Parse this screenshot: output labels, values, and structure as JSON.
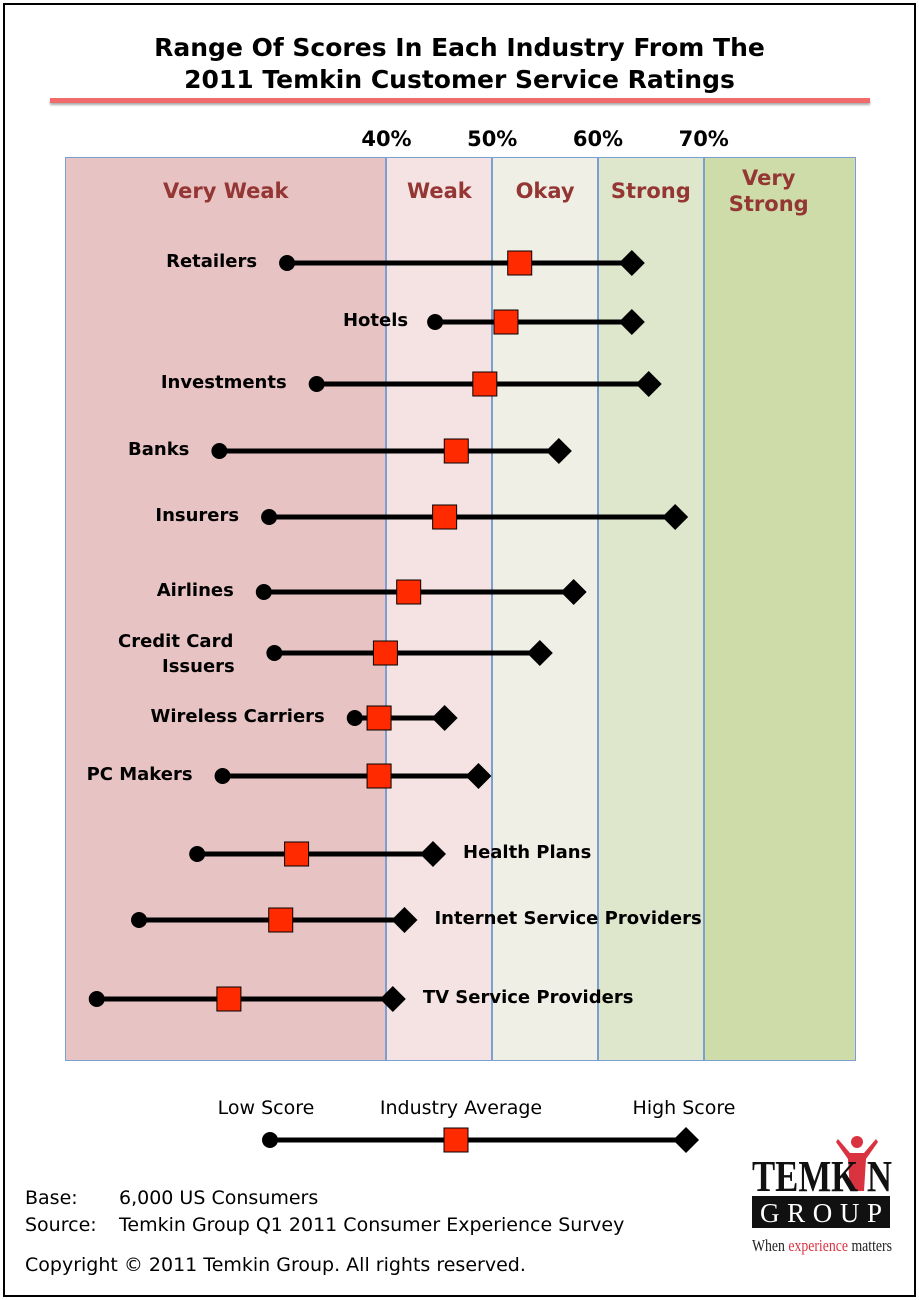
{
  "chart_data": {
    "type": "range",
    "title": [
      "Range Of Scores In Each Industry From The",
      "2011 Temkin Customer Service Ratings"
    ],
    "xlim": [
      9.6,
      84.4
    ],
    "x_ticks": [
      {
        "value": 40,
        "label": "40%"
      },
      {
        "value": 50,
        "label": "50%"
      },
      {
        "value": 60,
        "label": "60%"
      },
      {
        "value": 70,
        "label": "70%"
      }
    ],
    "bands": [
      {
        "label": "Very Weak",
        "from": 9.6,
        "to": 40,
        "color": "#e8c3c3"
      },
      {
        "label": "Weak",
        "from": 40,
        "to": 50,
        "color": "#f5e2e2"
      },
      {
        "label": "Okay",
        "from": 50,
        "to": 60,
        "color": "#f0efe6"
      },
      {
        "label": "Strong",
        "from": 60,
        "to": 70,
        "color": "#dee6cb"
      },
      {
        "label": "Very Strong",
        "from": 70,
        "to": 84.4,
        "color": "#cddca9"
      }
    ],
    "series": [
      {
        "name": "Retailers",
        "low": 30.6,
        "average": 52.6,
        "high": 63.2,
        "label_side": "left"
      },
      {
        "name": "Hotels",
        "low": 44.6,
        "average": 51.3,
        "high": 63.2,
        "label_side": "left"
      },
      {
        "name": "Investments",
        "low": 33.4,
        "average": 49.3,
        "high": 64.8,
        "label_side": "left"
      },
      {
        "name": "Banks",
        "low": 24.2,
        "average": 46.6,
        "high": 56.3,
        "label_side": "left"
      },
      {
        "name": "Insurers",
        "low": 28.9,
        "average": 45.5,
        "high": 67.3,
        "label_side": "left"
      },
      {
        "name": "Airlines",
        "low": 28.4,
        "average": 42.1,
        "high": 57.7,
        "label_side": "left"
      },
      {
        "name": "Credit Card Issuers",
        "low": 29.4,
        "average": 39.9,
        "high": 54.5,
        "label_side": "left"
      },
      {
        "name": "Wireless Carriers",
        "low": 37.0,
        "average": 39.3,
        "high": 45.5,
        "label_side": "left"
      },
      {
        "name": "PC Makers",
        "low": 24.5,
        "average": 39.3,
        "high": 48.7,
        "label_side": "left"
      },
      {
        "name": "Health Plans",
        "low": 22.1,
        "average": 31.5,
        "high": 44.4,
        "label_side": "right"
      },
      {
        "name": "Internet Service Providers",
        "low": 16.6,
        "average": 30.0,
        "high": 41.7,
        "label_side": "right"
      },
      {
        "name": "TV Service Providers",
        "low": 12.6,
        "average": 25.1,
        "high": 40.6,
        "label_side": "right"
      }
    ],
    "legend": {
      "low": "Low Score",
      "average": "Industry Average",
      "high": "High Score"
    },
    "colors": {
      "line": "#000000",
      "average": "#ff2a00",
      "marker": "#000000"
    }
  },
  "footer": {
    "base_label": "Base:",
    "base_value": "6,000 US Consumers",
    "source_label": "Source:",
    "source_value": "Temkin Group Q1 2011 Consumer Experience Survey",
    "copyright": "Copyright © 2011 Temkin Group. All rights reserved."
  },
  "logo": {
    "line1": "TEMKIN",
    "line2": "GROUP",
    "tagline_pre": "When ",
    "tagline_em": "experience",
    "tagline_post": " matters"
  }
}
